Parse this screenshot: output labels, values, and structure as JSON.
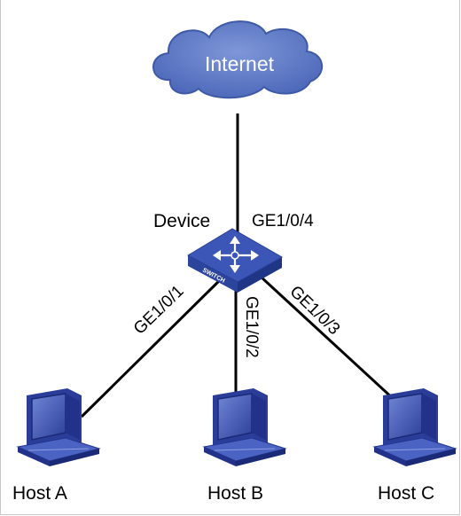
{
  "cloud": {
    "label": "Internet"
  },
  "device": {
    "label": "Device",
    "badge": "SWITCH"
  },
  "ports": {
    "uplink": "GE1/0/4",
    "host_a": "GE1/0/1",
    "host_b": "GE1/0/2",
    "host_c": "GE1/0/3"
  },
  "hosts": [
    {
      "label": "Host A"
    },
    {
      "label": "Host B"
    },
    {
      "label": "Host C"
    }
  ],
  "colors": {
    "cloud_fill": "#5a78c4",
    "cloud_stroke": "#3e5aa6",
    "switch_top": "#3a55b4",
    "switch_side": "#223a8c",
    "host_blue": "#3a4fb0",
    "link": "#000000"
  }
}
